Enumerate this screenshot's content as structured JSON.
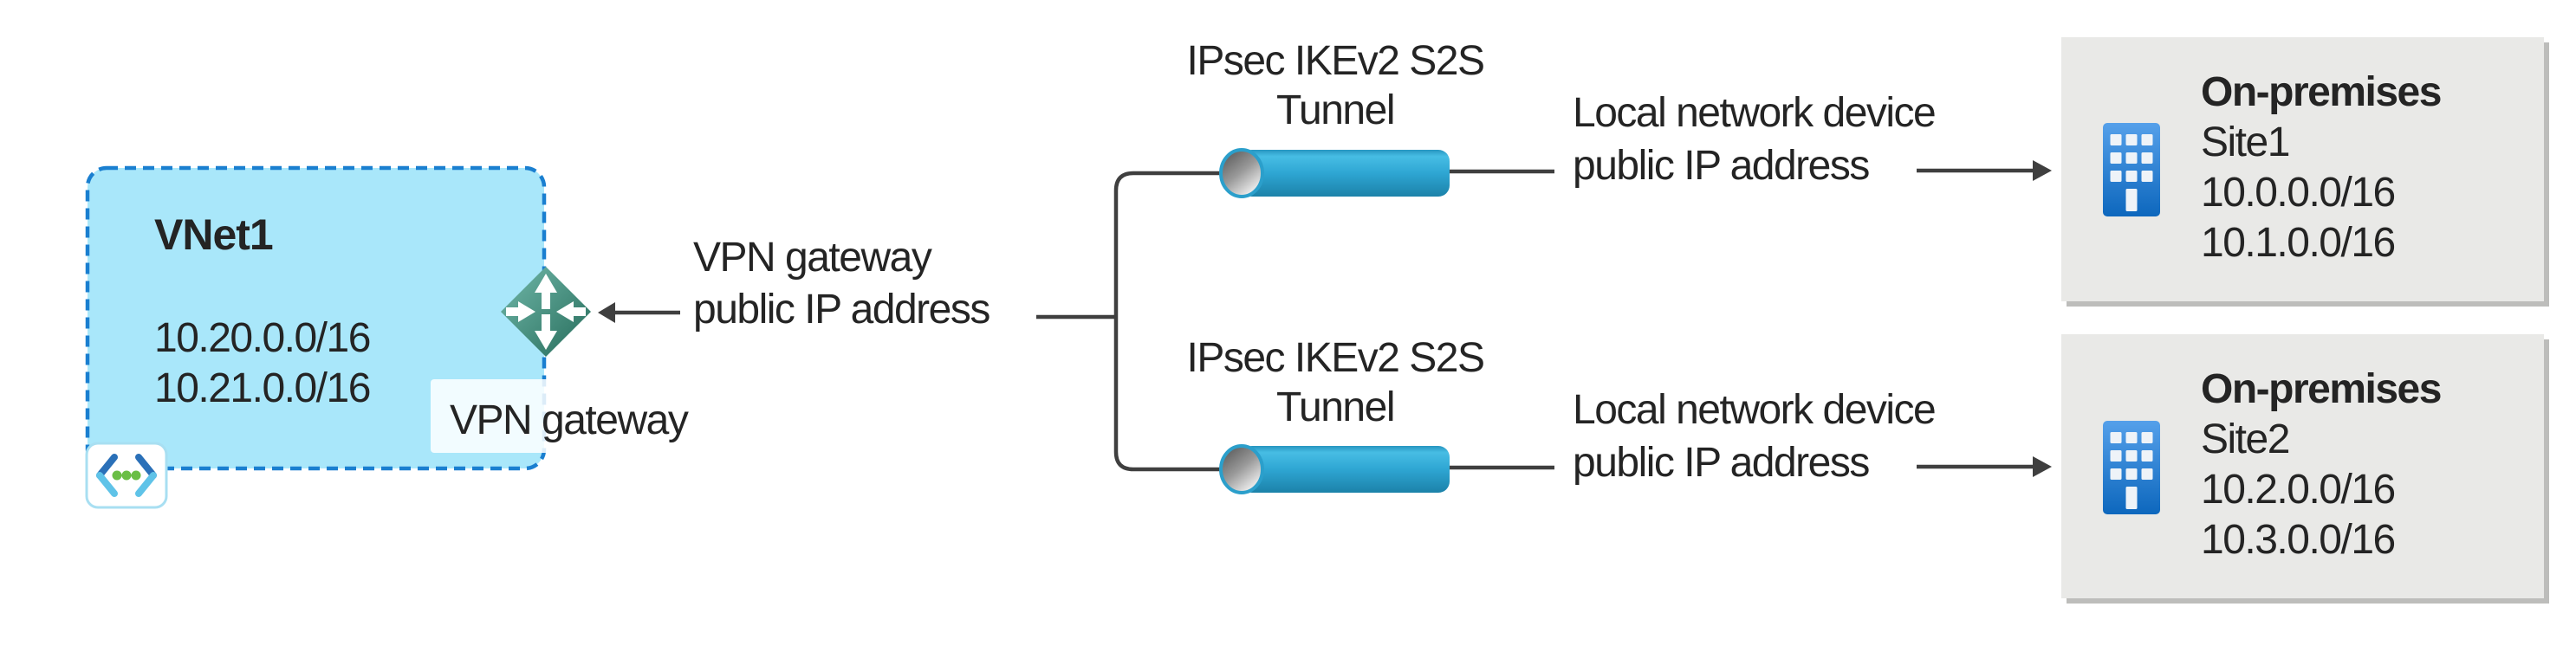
{
  "vnet": {
    "name": "VNet1",
    "addresses": [
      "10.20.0.0/16",
      "10.21.0.0/16"
    ],
    "gateway_label": "VPN gateway"
  },
  "gateway_ip_label": {
    "line1": "VPN gateway",
    "line2": "public IP address"
  },
  "tunnels": [
    {
      "title_line1": "IPsec IKEv2 S2S",
      "title_line2": "Tunnel",
      "device_line1": "Local network device",
      "device_line2": "public IP address"
    },
    {
      "title_line1": "IPsec IKEv2 S2S",
      "title_line2": "Tunnel",
      "device_line1": "Local network device",
      "device_line2": "public IP address"
    }
  ],
  "sites": [
    {
      "heading": "On-premises",
      "name": "Site1",
      "addresses": [
        "10.0.0.0/16",
        "10.1.0.0/16"
      ]
    },
    {
      "heading": "On-premises",
      "name": "Site2",
      "addresses": [
        "10.2.0.0/16",
        "10.3.0.0/16"
      ]
    }
  ],
  "colors": {
    "vnet_fill": "#a9e7fa",
    "vnet_border": "#1a7fd0",
    "tunnel_blue": "#2ea6d3",
    "diamond_teal": "#3f8f7d",
    "site_box_gray": "#e9e9e7",
    "line_dark": "#3f3f3f",
    "building_blue": "#1b75d0",
    "dot_green": "#6abe45"
  }
}
